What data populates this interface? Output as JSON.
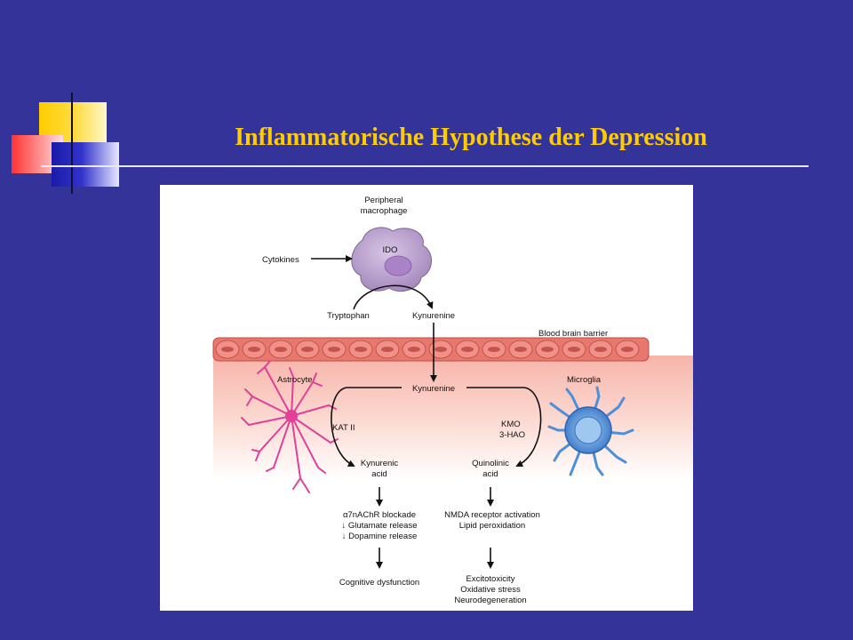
{
  "slide": {
    "title": "Inflammatorische Hypothese der Depression"
  },
  "figure": {
    "peripheral_macrophage": "Peripheral",
    "peripheral_macrophage_2": "macrophage",
    "ido": "IDO",
    "cytokines": "Cytokines",
    "tryptophan": "Tryptophan",
    "kynurenine_top": "Kynurenine",
    "blood_brain_barrier": "Blood brain barrier",
    "astrocyte": "Astrocyte",
    "kynurenine_mid": "Kynurenine",
    "microglia": "Microglia",
    "kat_ii": "KAT II",
    "kmo": "KMO",
    "three_hao": "3-HAO",
    "kynurenic_1": "Kynurenic",
    "kynurenic_2": "acid",
    "quinolinic_1": "Quinolinic",
    "quinolinic_2": "acid",
    "left_effects": [
      "α7nAChR blockade",
      "↓ Glutamate release",
      "↓ Dopamine release"
    ],
    "right_effects": [
      "NMDA receptor activation",
      "Lipid peroxidation"
    ],
    "cognitive": "Cognitive dysfunction",
    "outcomes": [
      "Excitotoxicity",
      "Oxidative stress",
      "Neurodegeneration"
    ]
  },
  "colors": {
    "background": "#333399",
    "title": "#ffcc00",
    "macrophage": "#b89fcc",
    "astrocyte": "#e0409a",
    "microglia": "#4f8fd8",
    "barrier": "#e8786e"
  }
}
